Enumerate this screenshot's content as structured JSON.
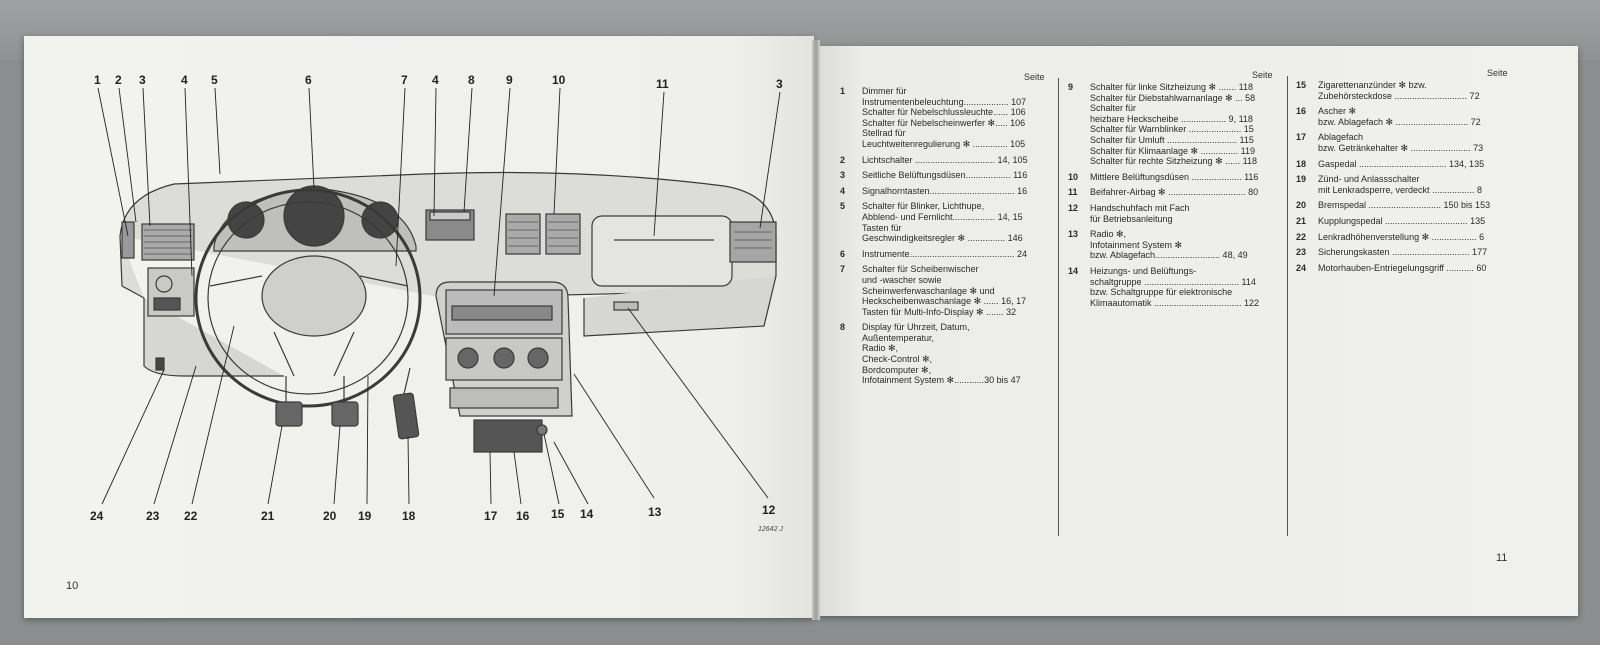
{
  "left_page": {
    "page_number": "10",
    "image_code": "12642 J",
    "callouts_top": [
      "1",
      "2",
      "3",
      "4",
      "5",
      "6",
      "7",
      "4",
      "8",
      "9",
      "10",
      "11",
      "3"
    ],
    "callouts_bottom": [
      "24",
      "23",
      "22",
      "21",
      "20",
      "19",
      "18",
      "17",
      "16",
      "15",
      "14",
      "13",
      "12"
    ]
  },
  "right_page": {
    "page_number": "11",
    "seite_label": "Seite",
    "columns": [
      [
        {
          "n": "1",
          "lines": [
            "Dimmer für",
            "Instrumentenbeleuchtung.................. 107",
            "Schalter für Nebelschlussleuchte...... 106",
            "Schalter für Nebelscheinwerfer ✻..... 106",
            "Stellrad für",
            "Leuchtweitenregulierung ✻ .............. 105"
          ]
        },
        {
          "n": "2",
          "lines": [
            "Lichtschalter ................................ 14, 105"
          ]
        },
        {
          "n": "3",
          "lines": [
            "Seitliche Belüftungsdüsen.................. 116"
          ]
        },
        {
          "n": "4",
          "lines": [
            "Signalhorntasten.................................. 16"
          ]
        },
        {
          "n": "5",
          "lines": [
            "Schalter für Blinker, Lichthupe,",
            "Abblend- und Fernlicht................. 14, 15",
            "Tasten für",
            "Geschwindigkeitsregler ✻ ............... 146"
          ]
        },
        {
          "n": "6",
          "lines": [
            "Instrumente.......................................... 24"
          ]
        },
        {
          "n": "7",
          "lines": [
            "Schalter für Scheibenwischer",
            "und -wascher sowie",
            "Scheinwerferwaschanlage ✻ und",
            "Heckscheibenwaschanlage ✻ ...... 16, 17",
            "Tasten für Multi-Info-Display ✻ ....... 32"
          ]
        },
        {
          "n": "8",
          "lines": [
            "Display für Uhrzeit, Datum,",
            "Außentemperatur,",
            "Radio ✻,",
            "Check-Control ✻,",
            "Bordcomputer ✻,",
            "Infotainment System ✻............30 bis 47"
          ]
        }
      ],
      [
        {
          "n": "9",
          "lines": [
            "Schalter für linke Sitzheizung ✻ ....... 118",
            "Schalter für Diebstahlwarnanlage ✻ ... 58",
            "Schalter für",
            "heizbare Heckscheibe .................. 9, 118",
            "Schalter für Warnblinker ..................... 15",
            "Schalter für Umluft ............................ 115",
            "Schalter für Klimaanlage ✻ ............... 119",
            "Schalter für rechte Sitzheizung ✻ ...... 118"
          ]
        },
        {
          "n": "10",
          "lines": [
            "Mittlere Belüftungsdüsen .................... 116"
          ]
        },
        {
          "n": "11",
          "lines": [
            "Beifahrer-Airbag ✻ ............................... 80"
          ]
        },
        {
          "n": "12",
          "lines": [
            "Handschuhfach mit Fach",
            "für Betriebsanleitung"
          ]
        },
        {
          "n": "13",
          "lines": [
            "Radio ✻,",
            "Infotainment System ✻",
            "bzw. Ablagefach.......................... 48, 49"
          ]
        },
        {
          "n": "14",
          "lines": [
            "Heizungs- und Belüftungs-",
            "schaltgruppe ...................................... 114",
            "bzw. Schaltgruppe für elektronische",
            "Klimaautomatik ................................... 122"
          ]
        }
      ],
      [
        {
          "n": "15",
          "lines": [
            "Zigarettenanzünder ✻ bzw.",
            "Zubehörsteckdose ............................. 72"
          ]
        },
        {
          "n": "16",
          "lines": [
            "Ascher ✻",
            "bzw. Ablagefach ✻ ............................. 72"
          ]
        },
        {
          "n": "17",
          "lines": [
            "Ablagefach",
            "bzw. Getränkehalter ✻ ........................ 73"
          ]
        },
        {
          "n": "18",
          "lines": [
            "Gaspedal ................................... 134, 135"
          ]
        },
        {
          "n": "19",
          "lines": [
            "Zünd- und Anlassschalter",
            "mit Lenkradsperre, verdeckt ................. 8"
          ]
        },
        {
          "n": "20",
          "lines": [
            "Bremspedal ............................. 150 bis 153"
          ]
        },
        {
          "n": "21",
          "lines": [
            "Kupplungspedal ................................. 135"
          ]
        },
        {
          "n": "22",
          "lines": [
            "Lenkradhöhenverstellung ✻ .................. 6"
          ]
        },
        {
          "n": "23",
          "lines": [
            "Sicherungskasten ............................... 177"
          ]
        },
        {
          "n": "24",
          "lines": [
            "Motorhauben-Entriegelungsgriff ........... 60"
          ]
        }
      ]
    ]
  }
}
